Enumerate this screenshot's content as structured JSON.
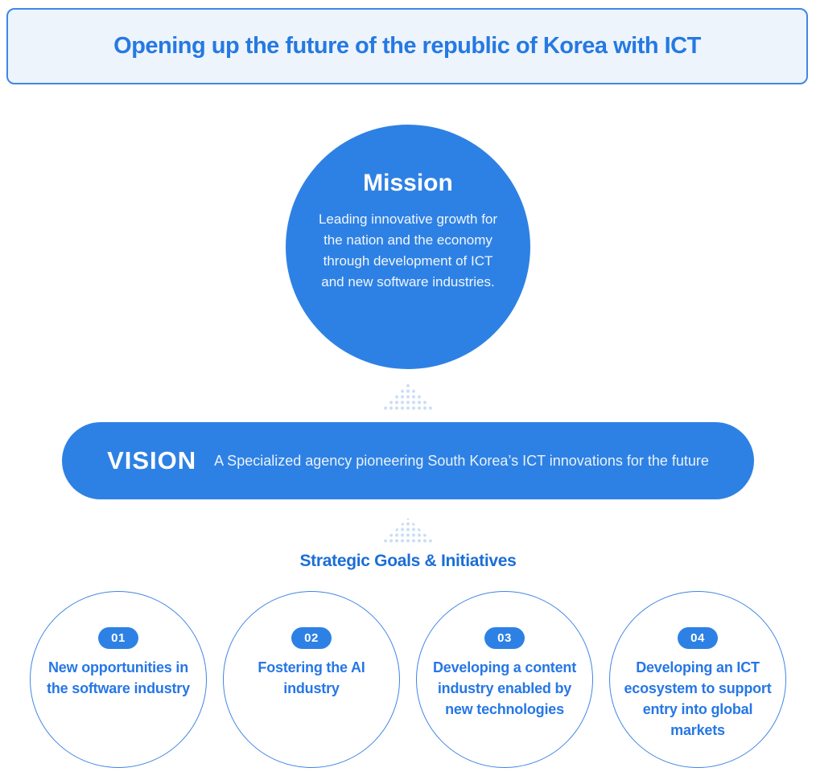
{
  "banner": {
    "title": "Opening up the future of the republic of Korea with ICT"
  },
  "mission": {
    "title": "Mission",
    "description": "Leading innovative growth for the nation and the economy through development of ICT and new software industries."
  },
  "vision": {
    "label": "VISION",
    "description": "A Specialized agency pioneering South Korea’s ICT innovations for the future"
  },
  "goals": {
    "heading": "Strategic Goals & Initiatives",
    "items": [
      {
        "number": "01",
        "label": "New opportunities in the software industry"
      },
      {
        "number": "02",
        "label": "Fostering the AI industry"
      },
      {
        "number": "03",
        "label": "Developing a content industry enabled by new technologies"
      },
      {
        "number": "04",
        "label": "Developing an ICT ecosystem to support entry into global markets"
      }
    ]
  },
  "colors": {
    "primary_blue": "#2E81E4",
    "banner_background": "#EDF4FC",
    "banner_border": "#3E87E8",
    "banner_text": "#2579E2",
    "heading_text": "#1B6ED5",
    "goal_text": "#2677E5",
    "circle_outline": "#3F85E6",
    "dot_arrow": "#CBDDF6",
    "white": "#FFFFFF"
  }
}
